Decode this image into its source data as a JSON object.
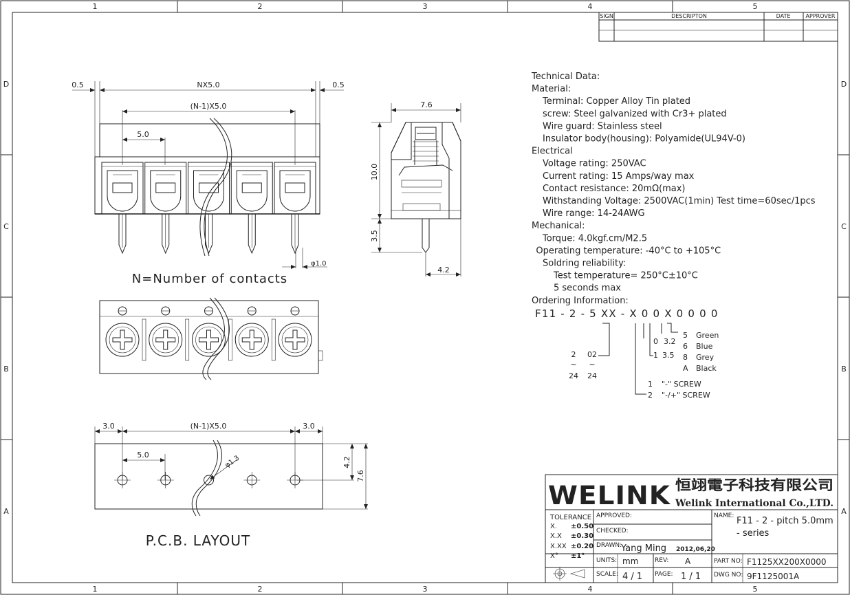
{
  "frame": {
    "columns": [
      "1",
      "2",
      "3",
      "4",
      "5"
    ],
    "rows": [
      "D",
      "C",
      "B",
      "A"
    ]
  },
  "revision_table": {
    "headers": [
      "SIGN",
      "DESCRIPTON",
      "DATE",
      "APPROVER"
    ]
  },
  "front_view": {
    "dims": {
      "left": "0.5",
      "overall": "NX5.0",
      "right": "0.5",
      "pitches": "(N-1)X5.0",
      "pitch": "5.0",
      "pin": "φ1.0"
    },
    "caption": "N=Number of contacts"
  },
  "side_view": {
    "dims": {
      "width": "7.6",
      "height": "10.0",
      "pin_len": "3.5",
      "pin_off": "4.2"
    }
  },
  "pcb_layout": {
    "dims": {
      "left": "3.0",
      "pitches": "(N-1)X5.0",
      "right": "3.0",
      "pitch": "5.0",
      "hole": "φ1.3",
      "hole_off": "4.2",
      "depth": "7.6"
    },
    "caption": "P.C.B. LAYOUT"
  },
  "technical_data": [
    {
      "text": "Technical Data:",
      "indent": 0
    },
    {
      "text": "Material:",
      "indent": 0
    },
    {
      "text": "Terminal: Copper Alloy Tin plated",
      "indent": 1
    },
    {
      "text": "screw: Steel galvanized with Cr3+ plated",
      "indent": 1
    },
    {
      "text": "Wire guard: Stainless steel",
      "indent": 1
    },
    {
      "text": "Insulator body(housing): Polyamide(UL94V-0)",
      "indent": 1
    },
    {
      "text": "Electrical",
      "indent": 0
    },
    {
      "text": "Voltage rating: 250VAC",
      "indent": 1
    },
    {
      "text": "Current rating: 15 Amps/way max",
      "indent": 1
    },
    {
      "text": "Contact resistance: 20mΩ(max)",
      "indent": 1
    },
    {
      "text": "Withstanding Voltage: 2500VAC(1min) Test time=60sec/1pcs",
      "indent": 1
    },
    {
      "text": "Wire range: 14-24AWG",
      "indent": 1
    },
    {
      "text": "Mechanical:",
      "indent": 0
    },
    {
      "text": "Torque: 4.0kgf.cm/M2.5",
      "indent": 1
    },
    {
      "text": "Operating temperature: -40°C to +105°C",
      "indent": 0.4
    },
    {
      "text": "Soldring reliability:",
      "indent": 1
    },
    {
      "text": "Test temperature= 250°C±10°C",
      "indent": 2
    },
    {
      "text": "5 seconds max",
      "indent": 2
    },
    {
      "text": "Ordering Information:",
      "indent": 0
    }
  ],
  "ordering": {
    "code": "F11 - 2 - 5 XX - X 0  0 X  0 0 0 0",
    "poles": {
      "from": "2",
      "from_code": "02",
      "tilde": "~",
      "to": "24",
      "to_code": "24"
    },
    "pin_len": [
      {
        "code": "0",
        "value": "3.2"
      },
      {
        "code": "1",
        "value": "3.5"
      }
    ],
    "colors": [
      {
        "code": "5",
        "name": "Green"
      },
      {
        "code": "6",
        "name": "Blue"
      },
      {
        "code": "8",
        "name": "Grey"
      },
      {
        "code": "A",
        "name": "Black"
      }
    ],
    "screw": [
      {
        "code": "1",
        "name": "\"-\" SCREW"
      },
      {
        "code": "2",
        "name": "\"-/+\" SCREW"
      }
    ]
  },
  "title_block": {
    "logo": "WELINK",
    "company_cn": "恒翊電子科技有限公司",
    "company_en": "Welink International Co.,LTD.",
    "tolerance": {
      "label": "TOLERANCE",
      "rows": [
        {
          "k": "X.",
          "v": "±0.50"
        },
        {
          "k": "X.X",
          "v": "±0.30"
        },
        {
          "k": "X.XX",
          "v": "±0.20"
        },
        {
          "k": "X°",
          "v": "±1°"
        }
      ]
    },
    "approved_label": "APPROVED:",
    "checked_label": "CHECKED:",
    "drawn_label": "DRAWN:",
    "drawn_by": "Yang Ming",
    "drawn_date": "2012,06,20",
    "units_label": "UNITS:",
    "units": "mm",
    "rev_label": "REV:",
    "rev": "A",
    "scale_label": "SCALE:",
    "scale": "4 / 1",
    "page_label": "PAGE:",
    "page": "1 / 1",
    "name_label": "NAME:",
    "name_line1": "F11 - 2 - pitch 5.0mm",
    "name_line2": "- series",
    "part_label": "PART NO:",
    "part_no": "F1125XX200X0000",
    "dwg_label": "DWG NO:",
    "dwg_no": "9F1125001A"
  }
}
